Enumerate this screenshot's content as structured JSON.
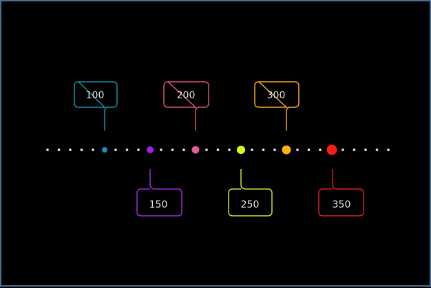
{
  "markers": [
    {
      "value": "100",
      "color": "#1a8fb0",
      "dot": "#1a8fb0"
    },
    {
      "value": "150",
      "color": "#9b30d9",
      "dot": "#a020f0"
    },
    {
      "value": "200",
      "color": "#e0508c",
      "dot": "#e35a9f"
    },
    {
      "value": "250",
      "color": "#c8e82a",
      "dot": "#d8ff10"
    },
    {
      "value": "300",
      "color": "#f2a91f",
      "dot": "#ffb20f"
    },
    {
      "value": "350",
      "color": "#e02020",
      "dot": "#ff1a1a"
    }
  ]
}
